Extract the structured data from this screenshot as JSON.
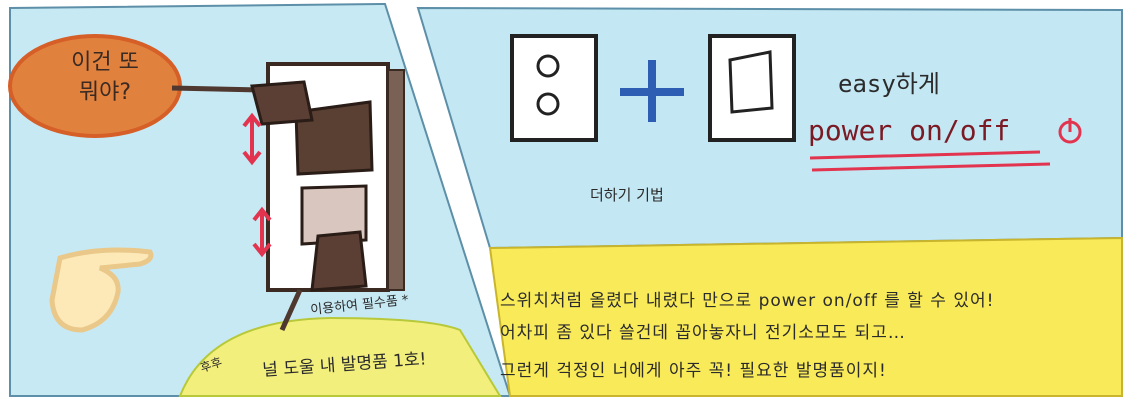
{
  "left_panel": {
    "bubble": {
      "line1": "이건 또",
      "line2": "뭐야?"
    },
    "device_note": "이용하여 필수품 *",
    "fire_note": "후후",
    "invention_label": "널 도울 내 발명품 1호!"
  },
  "right_panel": {
    "easy_text": "easy하게",
    "power_text": "power on/off",
    "plus_note": "더하기 기법",
    "body_lines": [
      "스위치처럼 올렸다 내렸다 만으로 power on/off 를 할 수 있어!",
      "어차피 좀 있다 쓸건데 꼽아놓자니 전기소모도 되고…",
      "그런게 걱정인 너에게 아주 꼭! 필요한 발명품이지!"
    ]
  },
  "colors": {
    "sky": "#bfe6f1",
    "panel_yellow": "#f8ea58",
    "outlet_brown": "#5c4338",
    "bubble_orange": "#e8813b",
    "accent_red": "#e2344f",
    "plus_blue": "#2e5eb4"
  }
}
